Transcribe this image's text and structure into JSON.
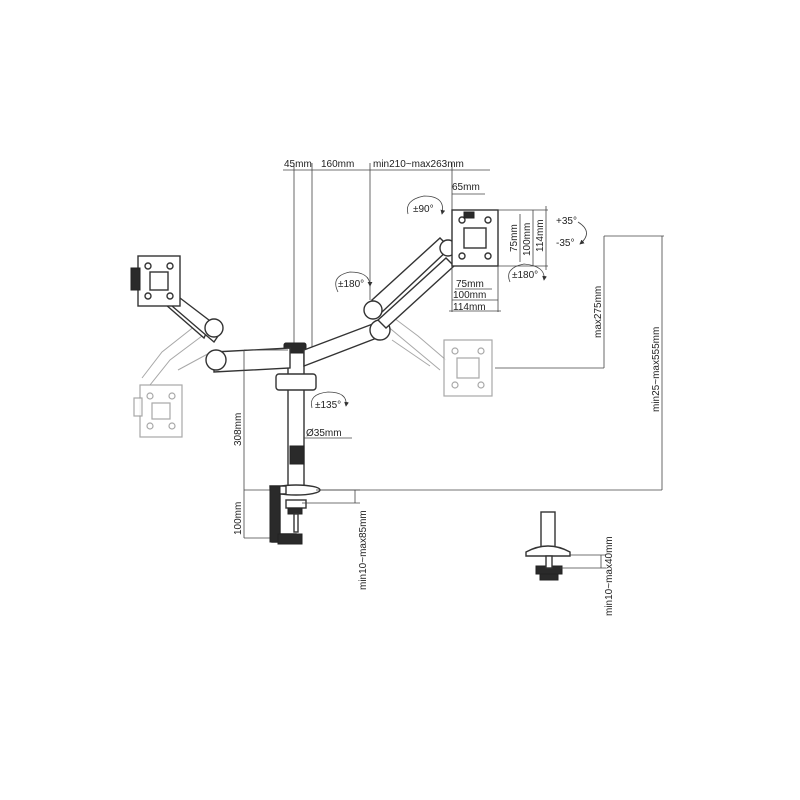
{
  "dimensions": {
    "d45": "45mm",
    "d160": "160mm",
    "arm_len": "min210~max263mm",
    "d65": "65mm",
    "tilt_up": "+35°",
    "tilt_down": "-35°",
    "vesa75v": "75mm",
    "vesa100v": "100mm",
    "vesa114v": "114mm",
    "vesa75h": "75mm",
    "vesa100h": "100mm",
    "vesa114h": "114mm",
    "max275": "max275mm",
    "range555": "min25~max555mm",
    "pole308": "308mm",
    "pole_dia": "Ø35mm",
    "clamp100": "100mm",
    "clamp_range": "min10~max85mm",
    "grommet_range": "min10~max40mm"
  },
  "rotations": {
    "rot90": "±90°",
    "rot180_left": "±180°",
    "rot180_right": "±180°",
    "rot135": "±135°"
  }
}
